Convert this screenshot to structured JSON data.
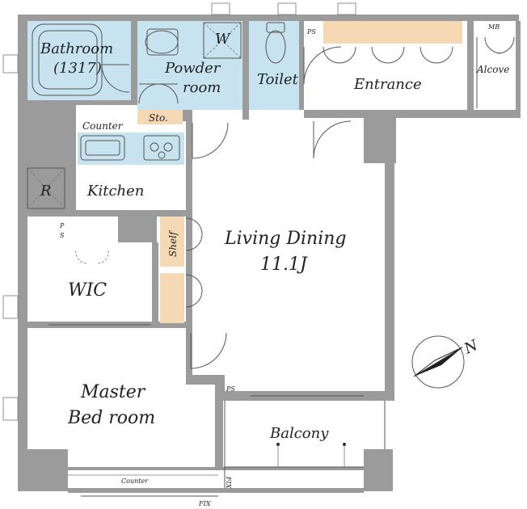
{
  "rooms": {
    "bathroom": "Bathroom",
    "bathroom_size": "(1317)",
    "washer": "W",
    "powder_line1": "Powder",
    "powder_line2": "room",
    "storage": "Sto.",
    "toilet": "Toilet",
    "ps_top": "PS",
    "entrance": "Entrance",
    "meter_box": "MB",
    "alcove": "Alcove",
    "counter_kitchen": "Counter",
    "fridge": "R",
    "kitchen": "Kitchen",
    "ps_left_p": "P",
    "ps_left_s": "S",
    "shelf": "Shelf",
    "living_line1": "Living Dining",
    "living_line2": "11.1J",
    "wic": "WIC",
    "master_line1": "Master",
    "master_line2": "Bed room",
    "ps_bottom": "PS",
    "balcony": "Balcony",
    "counter_bottom": "Counter",
    "fix_vertical": "FIX",
    "fix_bottom": "FIX"
  },
  "compass": {
    "label": "N"
  },
  "colors": {
    "wall": "#9b9b9b",
    "wet_area": "#c8e3f0",
    "wood": "#f5d9b4"
  }
}
